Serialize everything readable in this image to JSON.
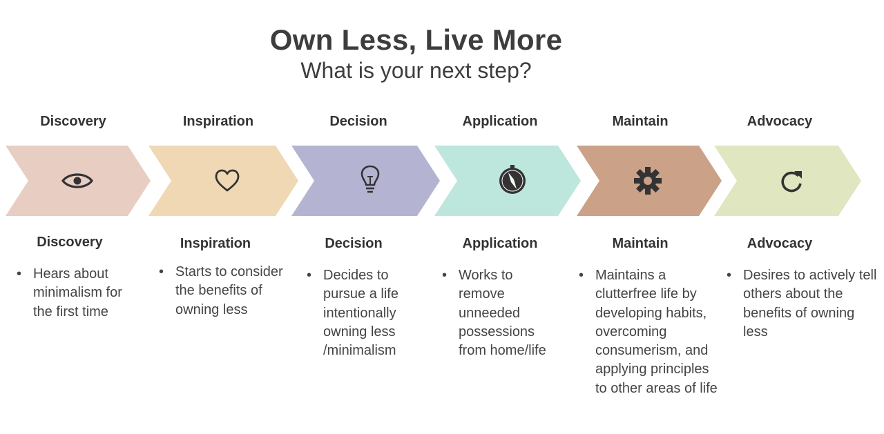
{
  "header": {
    "title": "Own Less, Live More",
    "subtitle": "What is your next step?"
  },
  "stages": [
    {
      "top_label": "Discovery",
      "bottom_label": "Discovery",
      "icon": "eye-icon",
      "color": "#e8cdc3",
      "description": "Hears about minimalism for the first time"
    },
    {
      "top_label": "Inspiration",
      "bottom_label": "Inspiration",
      "icon": "heart-icon",
      "color": "#f0d8b4",
      "description": "Starts to consider the benefits of owning less"
    },
    {
      "top_label": "Decision",
      "bottom_label": "Decision",
      "icon": "lightbulb-icon",
      "color": "#b4b4d2",
      "description": "Decides to pursue a life intentionally owning less /minimalism"
    },
    {
      "top_label": "Application",
      "bottom_label": "Application",
      "icon": "compass-icon",
      "color": "#bde6dd",
      "description": "Works to remove unneeded possessions from home/life"
    },
    {
      "top_label": "Maintain",
      "bottom_label": "Maintain",
      "icon": "gear-icon",
      "color": "#cba188",
      "description": "Maintains a clutterfree life by developing habits, overcoming consumerism, and applying principles to other areas of life"
    },
    {
      "top_label": "Advocacy",
      "bottom_label": "Advocacy",
      "icon": "refresh-icon",
      "color": "#dfe6c0",
      "description": "Desires to actively tell others about the benefits of owning less"
    }
  ]
}
